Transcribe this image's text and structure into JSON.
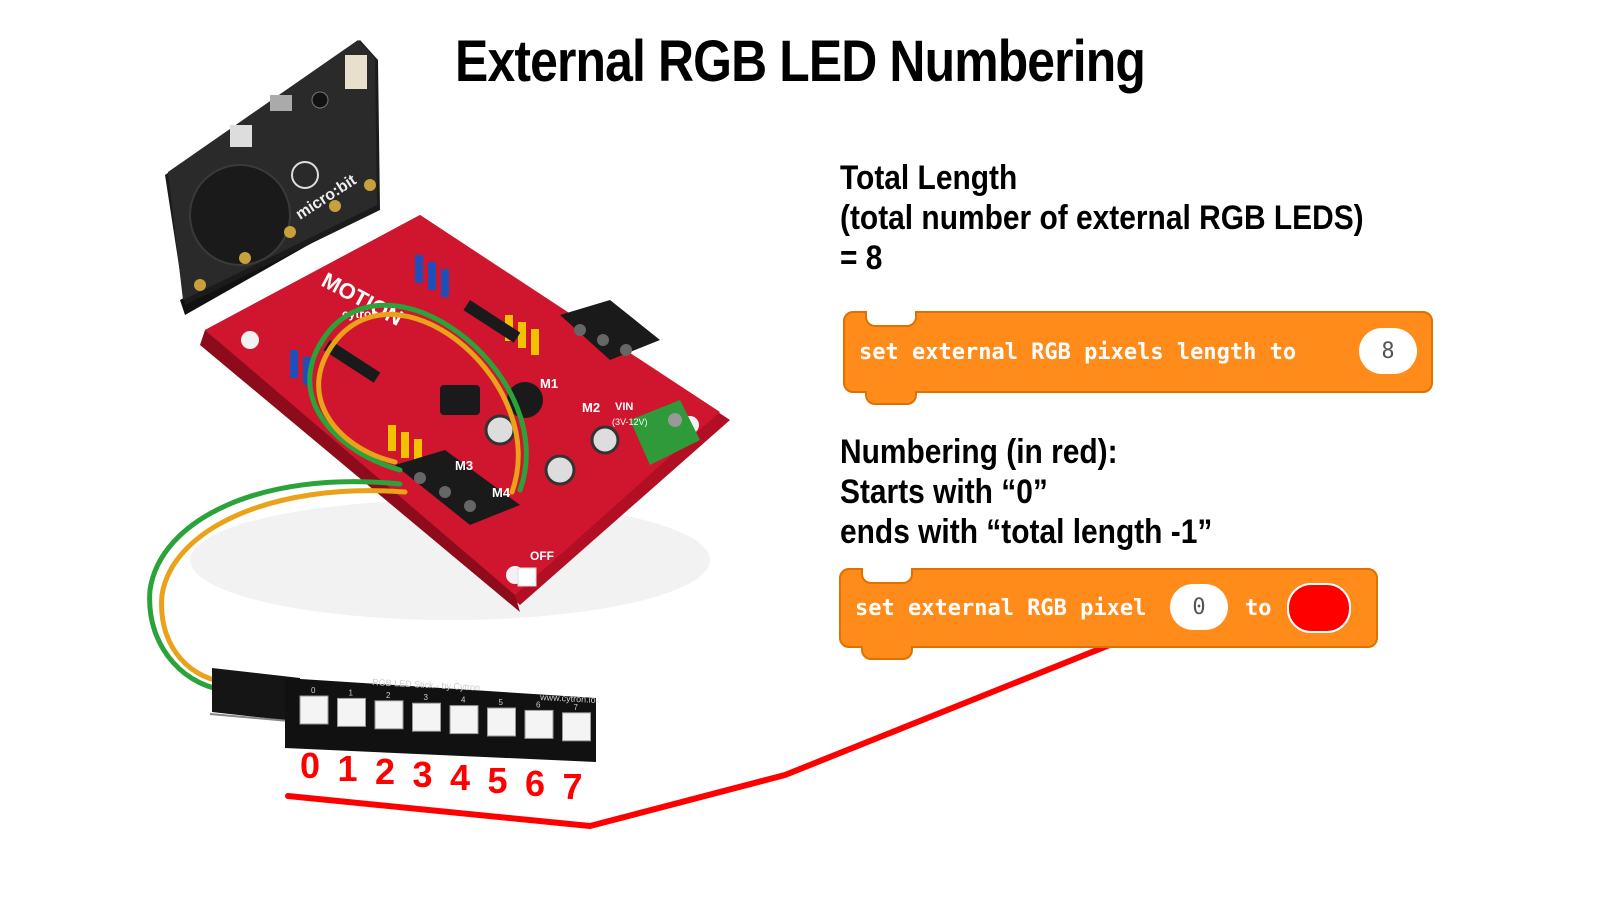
{
  "title": "External RGB LED Numbering",
  "total_length": {
    "line1": "Total Length",
    "line2": "(total number of external RGB LEDS)",
    "line3": "= 8"
  },
  "block_length": {
    "text": "set external RGB pixels length to",
    "value": "8"
  },
  "numbering": {
    "line1": "Numbering (in red):",
    "line2": "Starts with “0”",
    "line3": "ends with “total length -1”"
  },
  "block_pixel": {
    "text": "set external RGB pixel",
    "index": "0",
    "to": "to",
    "color": "#ff0000"
  },
  "led_stick": {
    "label": "RGB LED Stick - by Cytron",
    "url": "www.cytron.io",
    "silk_numbers": [
      "0",
      "1",
      "2",
      "3",
      "4",
      "5",
      "6",
      "7"
    ]
  },
  "red_numbers": [
    "0",
    "1",
    "2",
    "3",
    "4",
    "5",
    "6",
    "7"
  ],
  "board": {
    "microbit_label": "micro:bit",
    "motion_label": "MOTION",
    "brand": "cytron",
    "motor_labels": [
      "M1",
      "M2",
      "M3",
      "M4"
    ],
    "off_label": "OFF",
    "vin_label": "VIN",
    "voltage_label": "(3V-12V)"
  },
  "colors": {
    "accent_red": "#ff0000",
    "block_orange": "#ff8c1a",
    "board_red": "#c8102e"
  }
}
